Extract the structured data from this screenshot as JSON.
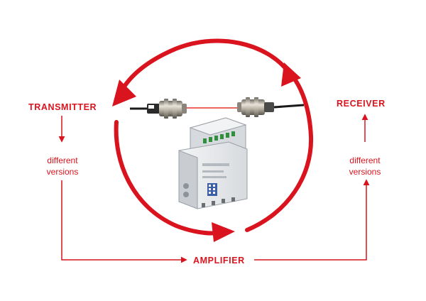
{
  "colors": {
    "accent": "#d9141e",
    "beam": "#e5342b",
    "device_body": "#e9ebee",
    "terminal_green": "#2f8f3a"
  },
  "labels": {
    "transmitter": "TRANSMITTER",
    "receiver": "RECEIVER",
    "amplifier": "AMPLIFIER",
    "transmitter_versions_1": "different",
    "transmitter_versions_2": "versions",
    "receiver_versions_1": "different",
    "receiver_versions_2": "versions"
  },
  "icons": {
    "transmitter_sensor": "cylindrical-sensor-icon",
    "receiver_sensor": "cylindrical-sensor-icon",
    "amplifier_unit": "din-rail-amplifier-icon",
    "cycle": "circular-arrows-icon"
  }
}
